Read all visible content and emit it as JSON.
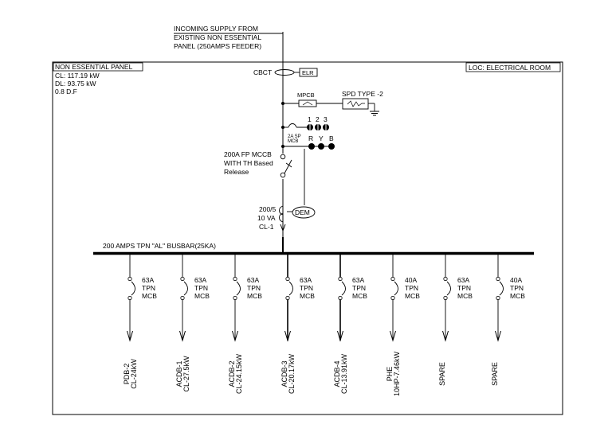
{
  "incoming": {
    "line1": "INCOMING SUPPLY FROM",
    "line2": "EXISTING NON ESSENTIAL",
    "line3": "PANEL (250AMPS FEEDER)"
  },
  "panel": {
    "name": "NON ESSENTIAL PANEL",
    "cl": "CL: 117.19 kW",
    "dl": "DL: 93.75 kW",
    "df": "0.8 D.F",
    "location": "LOC: ELECTRICAL ROOM"
  },
  "devices": {
    "cbct": "CBCT",
    "elr": "ELR",
    "mpcb": "MPCB",
    "spd": "SPD TYPE -2",
    "phase_numbers": [
      "1",
      "2",
      "3"
    ],
    "phase_letters": [
      "R",
      "Y",
      "B"
    ],
    "sp_mcb_line1": "2A SP",
    "sp_mcb_line2": "MCB",
    "mccb_line1": "200A FP MCCB",
    "mccb_line2": "WITH TH Based",
    "mccb_line3": "Release",
    "ct_line1": "200/5",
    "ct_line2": "10 VA",
    "ct_line3": "CL-1",
    "dem": "DEM"
  },
  "busbar": {
    "label": "200 AMPS TPN \"AL\" BUSBAR(25KA)"
  },
  "feeders": [
    {
      "rating": "63A",
      "poles": "TPN",
      "type": "MCB",
      "name": "PDB-2",
      "load": "CL-24kW",
      "heavy": false
    },
    {
      "rating": "63A",
      "poles": "TPN",
      "type": "MCB",
      "name": "ACDB-1",
      "load": "CL-27.5kW",
      "heavy": false
    },
    {
      "rating": "63A",
      "poles": "TPN",
      "type": "MCB",
      "name": "ACDB-2",
      "load": "CL-24.15kW",
      "heavy": false
    },
    {
      "rating": "63A",
      "poles": "TPN",
      "type": "MCB",
      "name": "ACDB-3",
      "load": "CL-20.17kW",
      "heavy": true
    },
    {
      "rating": "63A",
      "poles": "TPN",
      "type": "MCB",
      "name": "ACDB-4",
      "load": "CL-13.91kW",
      "heavy": true
    },
    {
      "rating": "40A",
      "poles": "TPN",
      "type": "MCB",
      "name": "PHE",
      "load": "10HP-7.46kW",
      "heavy": false
    },
    {
      "rating": "63A",
      "poles": "TPN",
      "type": "MCB",
      "name": "SPARE",
      "load": "",
      "heavy": false
    },
    {
      "rating": "40A",
      "poles": "TPN",
      "type": "MCB",
      "name": "SPARE",
      "load": "",
      "heavy": false
    }
  ]
}
